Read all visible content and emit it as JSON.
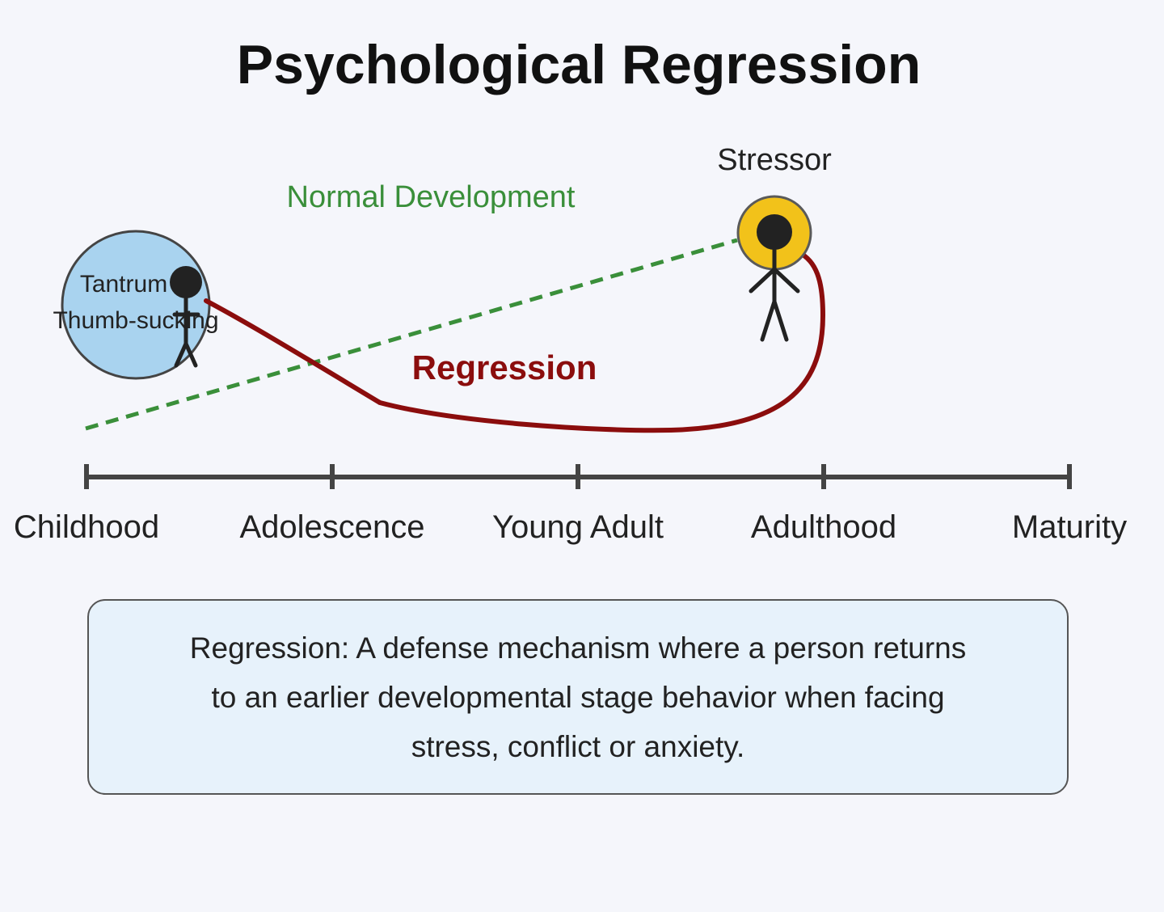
{
  "title": "Psychological Regression",
  "labels": {
    "normal_development": "Normal Development",
    "stressor": "Stressor",
    "regression": "Regression",
    "tantrum": "Tantrum",
    "thumb_sucking": "Thumb-sucking"
  },
  "timeline": {
    "stages": [
      "Childhood",
      "Adolescence",
      "Young Adult",
      "Adulthood",
      "Maturity"
    ]
  },
  "definition": "Regression: A defense mechanism where a person returns to an earlier developmental stage behavior when facing stress, conflict or anxiety.",
  "colors": {
    "background": "#f5f6fb",
    "normal_development": "#3a8f3a",
    "regression": "#8b0d0d",
    "childhood_circle": "#a9d3ef",
    "stressor_circle": "#f2c21a",
    "definition_box": "#e7f2fb"
  }
}
